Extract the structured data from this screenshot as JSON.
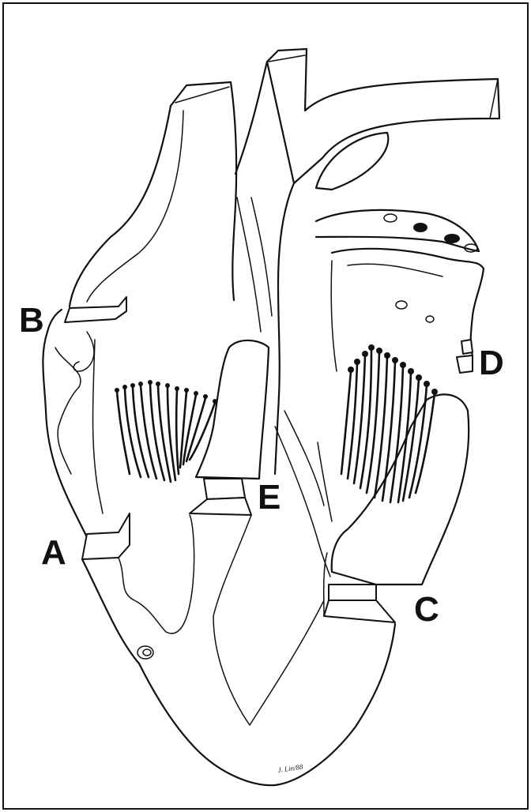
{
  "figure": {
    "colors": {
      "ink": "#111111",
      "paper": "#ffffff"
    },
    "labels": {
      "a": "A",
      "b": "B",
      "c": "C",
      "d": "D",
      "e": "E"
    },
    "signature": "J. Lin/88"
  }
}
